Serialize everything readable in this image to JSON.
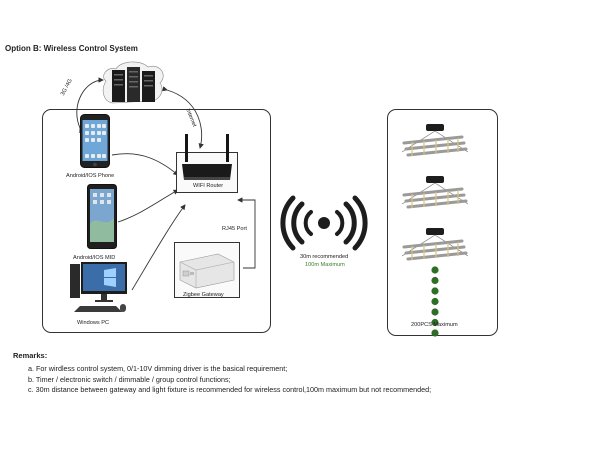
{
  "title": "Option B:  Wireless Control System",
  "devices": {
    "phone_label": "Android/IOS Phone",
    "tablet_label": "Android/IOS MID",
    "pc_label": "Windows PC",
    "router_label": "WIFI Router",
    "gateway_label": "Zigbee Gateway",
    "rj45_label": "RJ45 Port"
  },
  "links": {
    "cellular_label": "3G /4G",
    "internet_label": "Internet"
  },
  "wireless": {
    "recommended": "30m recommended",
    "maximum": "100m Maximum"
  },
  "fixtures": {
    "max_label": "200PCS Maximum",
    "dots_count": 7
  },
  "remarks": {
    "title": "Remarks:",
    "items": [
      "a.  For wirdless control system, 0/1-10V dimming driver is the basical requirement;",
      "b.  Timer / electronic switch  / dimmable / group control functions;",
      "c.  30m distance between gateway and light fixture is recommended for wireless control,100m maximum but not recommended;"
    ]
  },
  "colors": {
    "dot_green": "#2f6e28",
    "label_green": "#3b7d2a"
  }
}
